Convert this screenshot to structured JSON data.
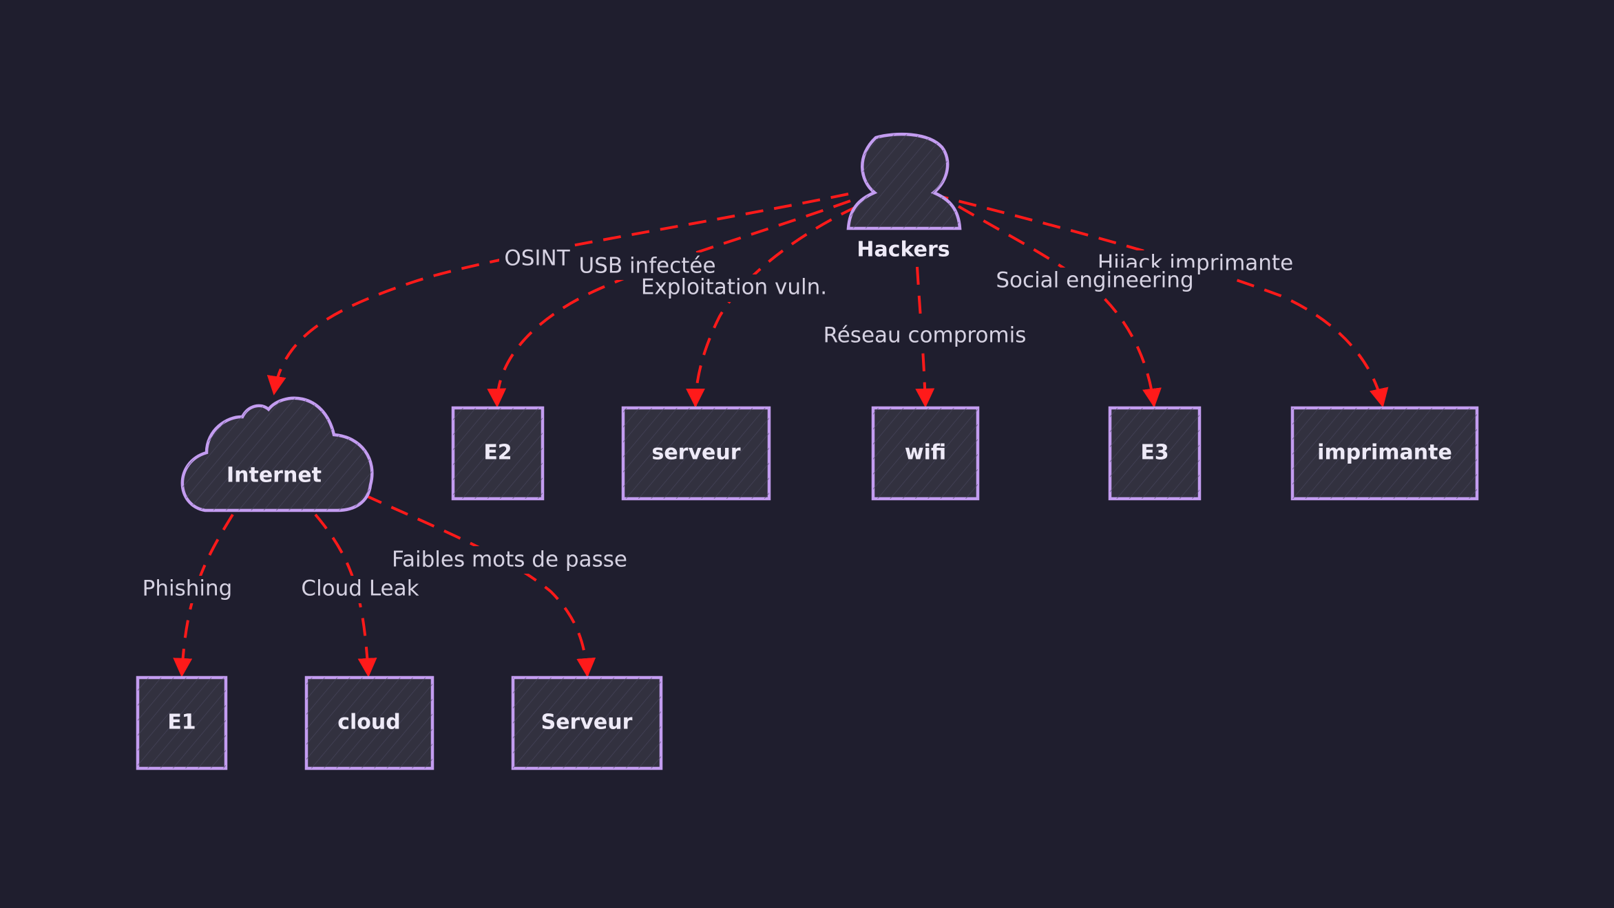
{
  "nodes": {
    "hackers": "Hackers",
    "internet": "Internet",
    "e2": "E2",
    "serveur_main": "serveur",
    "wifi": "wifi",
    "e3": "E3",
    "imprimante": "imprimante",
    "e1": "E1",
    "cloud": "cloud",
    "serveur_internet": "Serveur"
  },
  "edges": {
    "osint": "OSINT",
    "usb": "USB infectée",
    "exploit": "Exploitation vuln.",
    "reseau": "Réseau compromis",
    "social": "Social engineering",
    "hijack": "Hijack imprimante",
    "phishing": "Phishing",
    "cloud_leak": "Cloud Leak",
    "faibles": "Faibles mots de passe"
  },
  "colors": {
    "background": "#1f1e2e",
    "node_fill": "#32313f",
    "node_stroke": "#c39cf0",
    "edge": "#ff1a1a",
    "text": "#eeeaf7"
  }
}
